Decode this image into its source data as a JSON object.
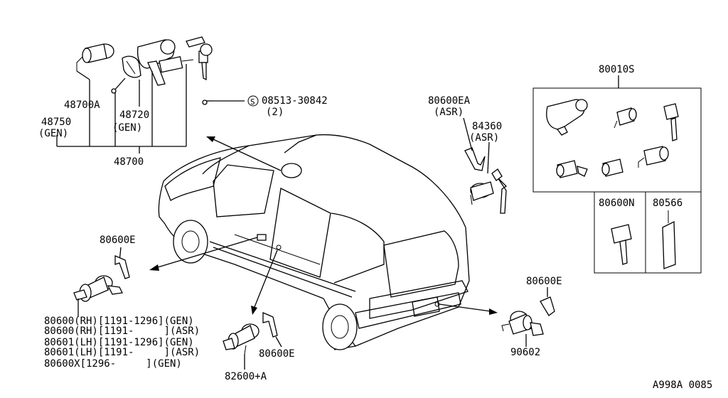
{
  "labels": {
    "p48700a": "48700A",
    "p48720": "48720",
    "p48720_gen": "(GEN)",
    "p48750": "48750",
    "p48750_gen": "(GEN)",
    "p48700": "48700",
    "p08513": "08513-30842",
    "p08513_qty": "(2)",
    "screw_symbol": "S",
    "p80600ea": "80600EA",
    "p80600ea_asr": "(ASR)",
    "p84360": "84360",
    "p84360_asr": "(ASR)",
    "p80010s": "80010S",
    "p80600n": "80600N",
    "p80566": "80566",
    "p80600e_left": "80600E",
    "p80600e_bottom": "80600E",
    "p80600e_right": "80600E",
    "p82600a": "82600+A",
    "p90602": "90602",
    "diagram_code": "A998A 0085"
  },
  "door_lock_list": [
    "80600(RH)[1191-1296](GEN)",
    "80600(RH)[1191-     ](ASR)",
    "80601(LH)[1191-1296](GEN)",
    "80601(LH)[1191-     ](ASR)",
    "80600X[1296-     ](GEN)"
  ]
}
